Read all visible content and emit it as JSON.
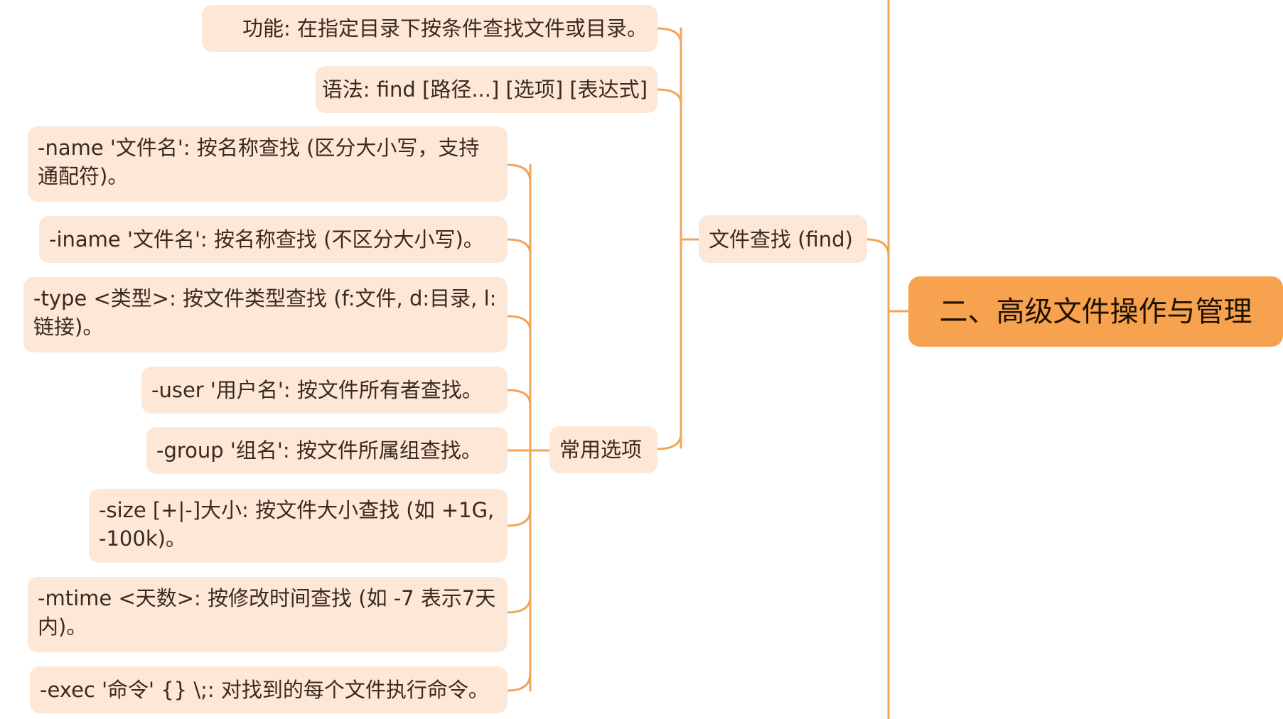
{
  "colors": {
    "accent": "#f7a24f",
    "node_bg": "#fde7d6",
    "connector": "#f2a55a",
    "text": "#3a2a1e"
  },
  "root": {
    "label": "二、高级文件操作与管理"
  },
  "branch": {
    "label": "文件查找 (find)"
  },
  "function_node": {
    "label": "功能: 在指定目录下按条件查找文件或目录。"
  },
  "syntax_node": {
    "label": "语法: find [路径...] [选项] [表达式]"
  },
  "options_group": {
    "label": "常用选项"
  },
  "options": [
    {
      "label": "-name '文件名': 按名称查找 (区分大小写，支持通配符)。"
    },
    {
      "label": "-iname '文件名': 按名称查找 (不区分大小写)。"
    },
    {
      "label": "-type <类型>: 按文件类型查找 (f:文件, d:目录, l:链接)。"
    },
    {
      "label": "-user '用户名': 按文件所有者查找。"
    },
    {
      "label": "-group '组名': 按文件所属组查找。"
    },
    {
      "label": "-size [+|-]大小: 按文件大小查找 (如 +1G, -100k)。"
    },
    {
      "label": "-mtime <天数>: 按修改时间查找 (如 -7 表示7天内)。"
    },
    {
      "label": "-exec '命令' {} \\;: 对找到的每个文件执行命令。"
    }
  ]
}
